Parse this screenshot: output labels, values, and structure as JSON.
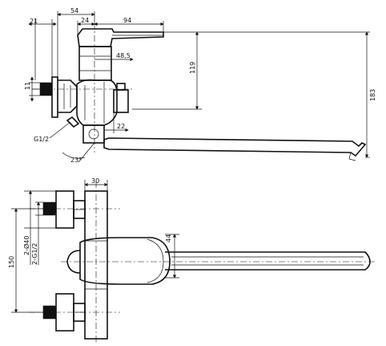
{
  "side_view": {
    "dim_21": "21",
    "dim_54": "54",
    "dim_24": "24",
    "dim_94": "94",
    "dim_48_5": "48,5",
    "dim_119": "119",
    "dim_11": "11",
    "dim_183": "183",
    "dim_22": "22",
    "dim_g12": "G1/2",
    "dim_23": "23°"
  },
  "front_view": {
    "dim_30": "30",
    "dim_44": "44",
    "dim_2phi40": "2-Ø40",
    "dim_2g12": "2-G1/2",
    "dim_150": "150"
  }
}
